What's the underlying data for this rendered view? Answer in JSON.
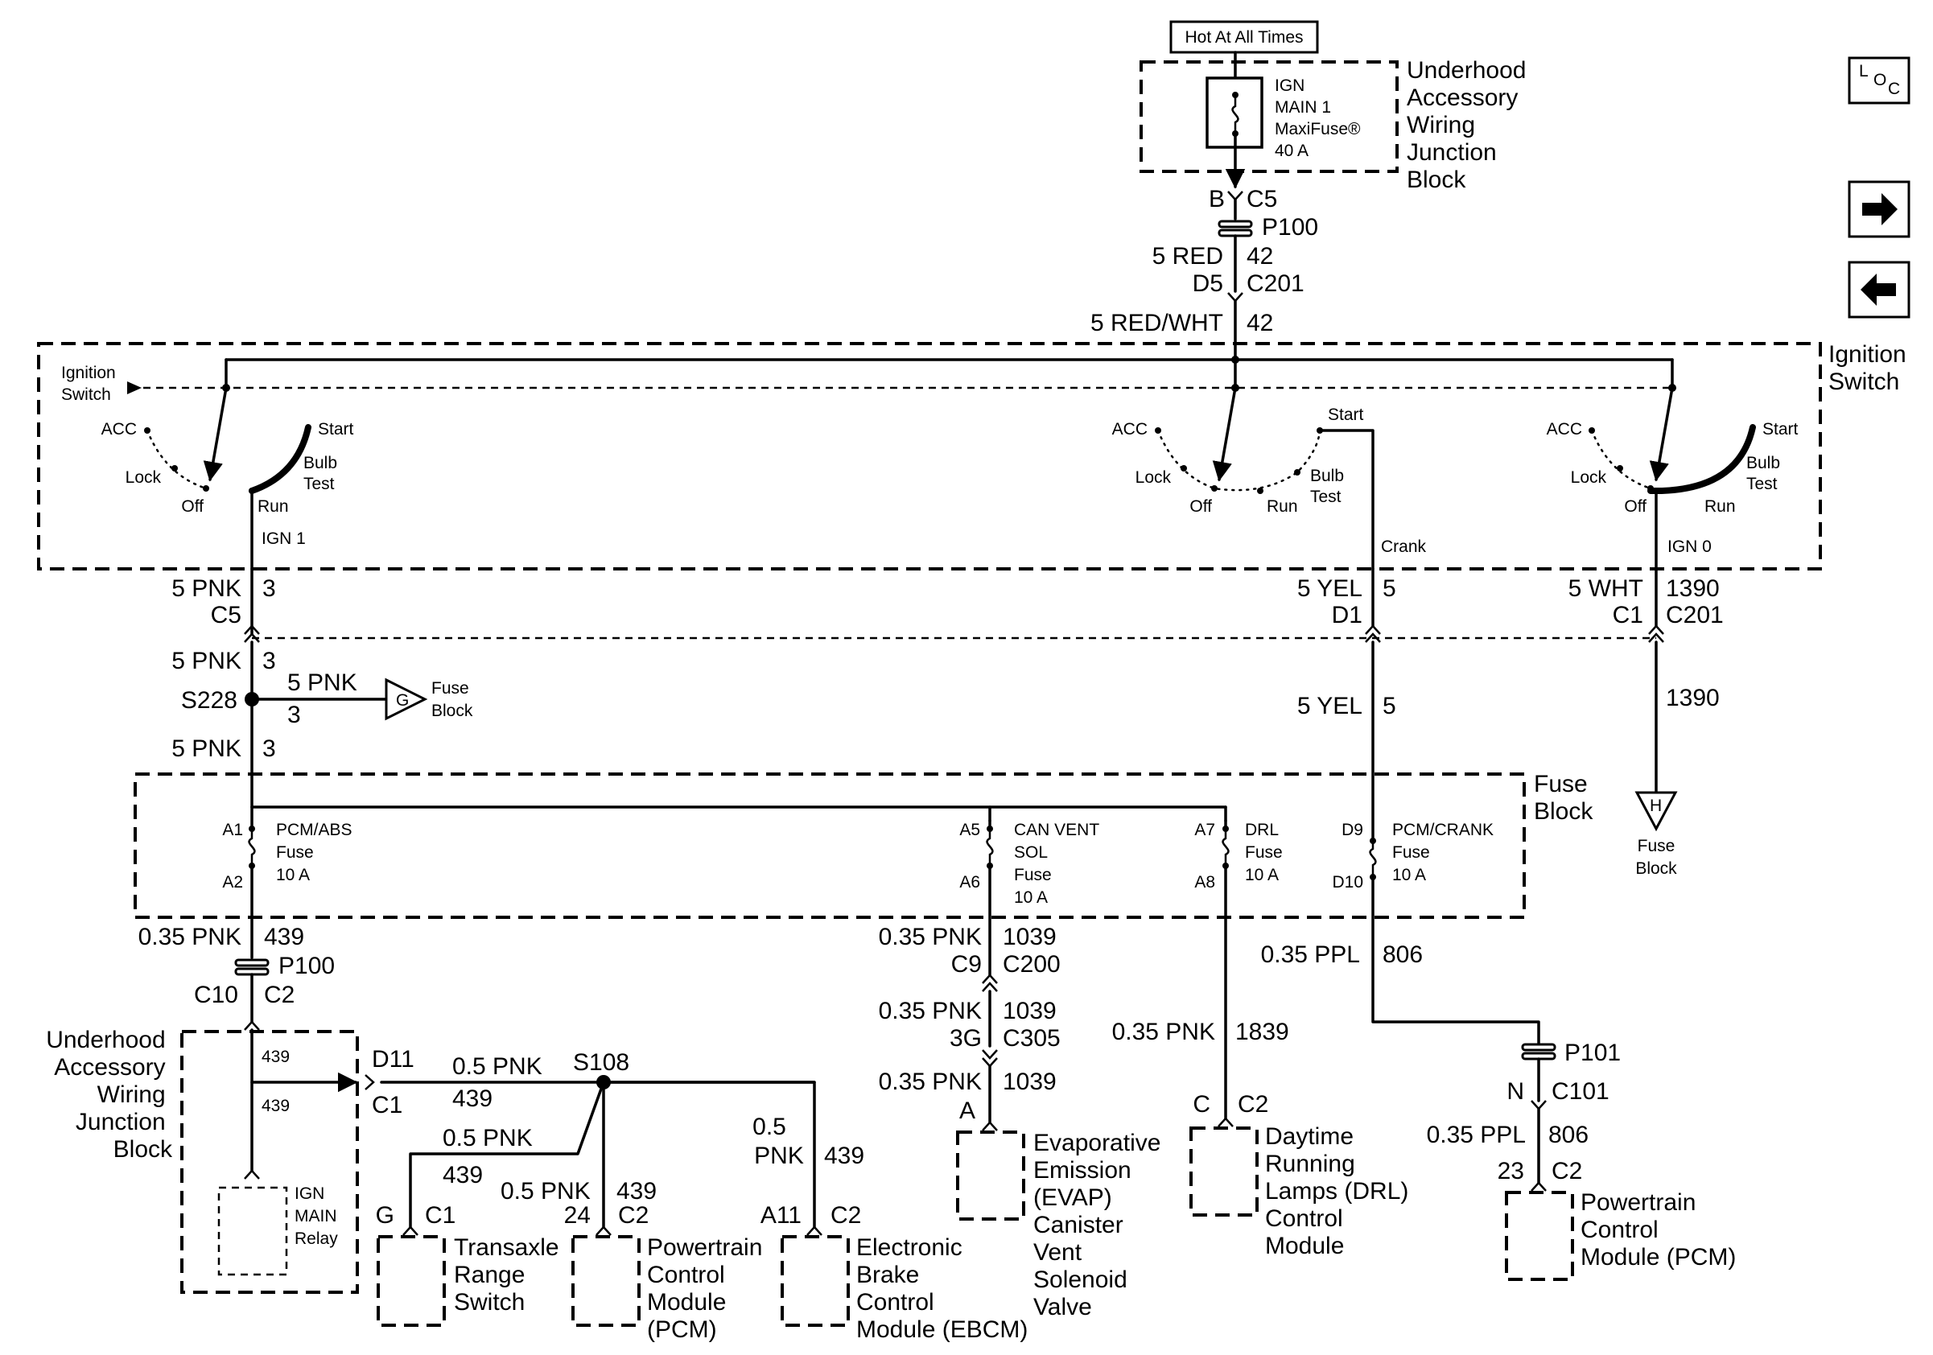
{
  "power": {
    "hot_label": "Hot At All Times",
    "uhjb_title": [
      "Underhood",
      "Accessory",
      "Wiring",
      "Junction",
      "Block"
    ],
    "maxifuse": [
      "IGN",
      "MAIN 1",
      "MaxiFuse®",
      "40 A"
    ],
    "conn_b": "B",
    "conn_c5": "C5",
    "p100": "P100",
    "wire_5red": "5 RED",
    "circ_42a": "42",
    "conn_d5": "D5",
    "conn_c201": "C201",
    "wire_5redwht": "5 RED/WHT",
    "circ_42b": "42"
  },
  "nav": {
    "loc_l": "L",
    "loc_o": "O",
    "loc_c": "C"
  },
  "ignition": {
    "title": [
      "Ignition",
      "Switch"
    ],
    "left_label": [
      "Ignition",
      "Switch"
    ],
    "sec1": {
      "acc": "ACC",
      "lock": "Lock",
      "off": "Off",
      "run": "Run",
      "start": "Start",
      "bulb": [
        "Bulb",
        "Test"
      ],
      "out": "IGN 1"
    },
    "sec2": {
      "acc": "ACC",
      "lock": "Lock",
      "off": "Off",
      "run": "Run",
      "start": "Start",
      "bulb": [
        "Bulb",
        "Test"
      ],
      "out": "Crank"
    },
    "sec3": {
      "acc": "ACC",
      "lock": "Lock",
      "off": "Off",
      "run": "Run",
      "start": "Start",
      "bulb": [
        "Bulb",
        "Test"
      ],
      "out": "IGN 0"
    }
  },
  "left": {
    "w1": "5 PNK",
    "c1": "3",
    "conn1": "C5",
    "w2": "5 PNK",
    "c2": "3",
    "splice": "S228",
    "branch_w": "5 PNK",
    "branch_c": "3",
    "fuse_block_ref": "G",
    "fuse_block_label": [
      "Fuse",
      "Block"
    ],
    "w3": "5 PNK",
    "c3": "3"
  },
  "mid_right": {
    "yel_w": "5 YEL",
    "yel_c": "5",
    "yel_conn": "D1",
    "wht_w": "5 WHT",
    "wht_c": "1390",
    "wht_conn_c1": "C1",
    "wht_conn_c201": "C201",
    "yel_w2": "5 YEL",
    "yel_c2": "5",
    "wht_c2": "1390",
    "ref_h": "H",
    "ref_h_label": [
      "Fuse",
      "Block"
    ]
  },
  "fuse_block": {
    "title": [
      "Fuse",
      "Block"
    ],
    "f1": {
      "in": "A1",
      "out": "A2",
      "label": [
        "PCM/ABS",
        "Fuse",
        "10 A"
      ]
    },
    "f2": {
      "in": "A5",
      "out": "A6",
      "label": [
        "CAN VENT",
        "SOL",
        "Fuse",
        "10 A"
      ]
    },
    "f3": {
      "in": "A7",
      "out": "A8",
      "label": [
        "DRL",
        "Fuse",
        "10 A"
      ]
    },
    "f4": {
      "in": "D9",
      "out": "D10",
      "label": [
        "PCM/CRANK",
        "Fuse",
        "10 A"
      ]
    }
  },
  "pcm_abs_branch": {
    "w": "0.35 PNK",
    "c": "439",
    "p100": "P100",
    "c10": "C10",
    "c2": "C2",
    "uhjb": [
      "Underhood",
      "Accessory",
      "Wiring",
      "Junction",
      "Block"
    ],
    "n439a": "439",
    "n439b": "439",
    "relay": [
      "IGN",
      "MAIN",
      "Relay"
    ],
    "d11": "D11",
    "c1": "C1",
    "w05": "0.5 PNK",
    "c439": "439",
    "s108": "S108",
    "trs_w": "0.5 PNK",
    "trs_c": "439",
    "trs_g": "G",
    "trs_c1": "C1",
    "trs": [
      "Transaxle",
      "Range",
      "Switch"
    ],
    "pcm_w": "0.5 PNK",
    "pcm_c": "439",
    "pcm_24": "24",
    "pcm_c2": "C2",
    "pcm": [
      "Powertrain",
      "Control",
      "Module",
      "(PCM)"
    ],
    "ebcm_w": [
      "0.5",
      "PNK"
    ],
    "ebcm_c": "439",
    "ebcm_a11": "A11",
    "ebcm_c2": "C2",
    "ebcm": [
      "Electronic",
      "Brake",
      "Control",
      "Module (EBCM)"
    ]
  },
  "evap_branch": {
    "w1": "0.35 PNK",
    "c1": "1039",
    "conn_c9": "C9",
    "conn_c200": "C200",
    "w2": "0.35 PNK",
    "c2": "1039",
    "conn_3g": "3G",
    "conn_c305": "C305",
    "w3": "0.35 PNK",
    "c3": "1039",
    "pin_a": "A",
    "label": [
      "Evaporative",
      "Emission",
      "(EVAP)",
      "Canister",
      "Vent",
      "Solenoid",
      "Valve"
    ]
  },
  "drl_branch": {
    "w": "0.35 PNK",
    "c": "1839",
    "pin_c": "C",
    "conn_c2": "C2",
    "label": [
      "Daytime",
      "Running",
      "Lamps (DRL)",
      "Control",
      "Module"
    ]
  },
  "crank_branch": {
    "w": "0.35 PPL",
    "c": "806",
    "p101": "P101",
    "pin_n": "N",
    "conn_c101": "C101",
    "w2": "0.35 PPL",
    "c2": "806",
    "pin_23": "23",
    "conn_c2": "C2",
    "label": [
      "Powertrain",
      "Control",
      "Module (PCM)"
    ]
  }
}
